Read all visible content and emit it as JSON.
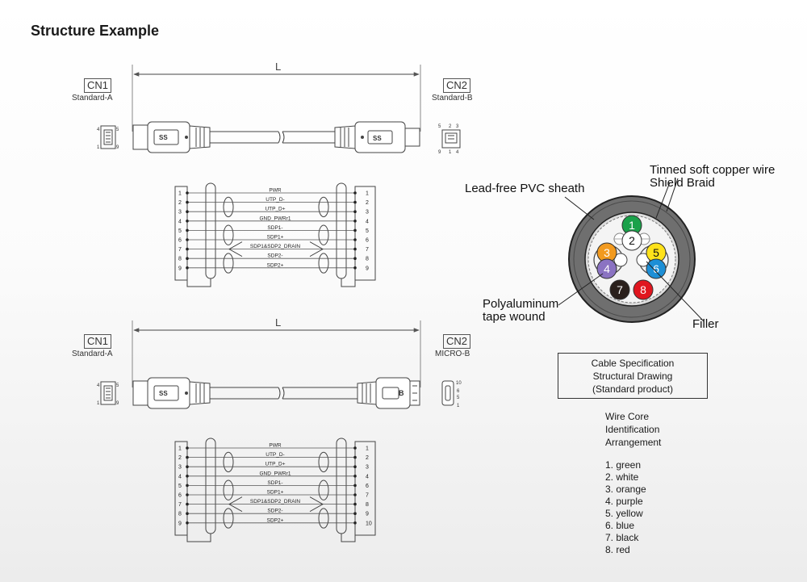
{
  "title": "Structure Example",
  "length_label": "L",
  "cable1": {
    "cn1": "CN1",
    "cn1_type": "Standard-A",
    "cn2": "CN2",
    "cn2_type": "Standard-B",
    "logo": "SS",
    "cn1_pins": [
      "4",
      "5",
      "1",
      "9"
    ],
    "cn2_pins": [
      "5",
      "2",
      "3",
      "9",
      "1",
      "4"
    ]
  },
  "cable2": {
    "cn1": "CN1",
    "cn1_type": "Standard-A",
    "cn2": "CN2",
    "cn2_type": "MICRO-B",
    "logo": "SS",
    "cn1_pins": [
      "4",
      "5",
      "1",
      "9"
    ],
    "cn2_pins": [
      "10",
      "6",
      "5",
      "1"
    ]
  },
  "wiring1": {
    "left_pins": [
      "1",
      "2",
      "3",
      "4",
      "5",
      "6",
      "7",
      "8",
      "9"
    ],
    "right_pins": [
      "1",
      "2",
      "3",
      "4",
      "5",
      "6",
      "7",
      "8",
      "9"
    ],
    "signals": [
      "PWR",
      "UTP_D-",
      "UTP_D+",
      "GND_PWRr1",
      "SDP1-",
      "SDP1+",
      "SDP1&SDP2_DRAIN",
      "SDP2-",
      "SDP2+"
    ]
  },
  "wiring2": {
    "left_pins": [
      "1",
      "2",
      "3",
      "4",
      "5",
      "6",
      "7",
      "8",
      "9"
    ],
    "right_pins": [
      "1",
      "2",
      "3",
      "4",
      "6",
      "7",
      "8",
      "9",
      "10"
    ],
    "signals": [
      "PWR",
      "UTP_D-",
      "UTP_D+",
      "GND_PWRr1",
      "SDP1-",
      "SDP1+",
      "SDP1&SDP2_DRAIN",
      "SDP2-",
      "SDP2+"
    ]
  },
  "cross_section": {
    "callouts": {
      "sheath": "Lead-free PVC sheath",
      "copper": "Tinned soft copper wire",
      "braid": "Shield Braid",
      "poly1": "Polyaluminum",
      "poly2": "tape wound",
      "filler": "Filler"
    },
    "cores": [
      {
        "num": "1",
        "color": "#1aa14a",
        "text": "#ffffff"
      },
      {
        "num": "2",
        "color": "#ffffff",
        "text": "#111111"
      },
      {
        "num": "3",
        "color": "#f29a1f",
        "text": "#ffffff"
      },
      {
        "num": "4",
        "color": "#8b73c2",
        "text": "#ffffff"
      },
      {
        "num": "5",
        "color": "#ffe21a",
        "text": "#111111"
      },
      {
        "num": "6",
        "color": "#1d8fd6",
        "text": "#ffffff"
      },
      {
        "num": "7",
        "color": "#2a201c",
        "text": "#ffffff"
      },
      {
        "num": "8",
        "color": "#e0161f",
        "text": "#ffffff"
      }
    ]
  },
  "spec": {
    "line1": "Cable Specification",
    "line2": "Structural Drawing",
    "line3": "(Standard product)"
  },
  "wire_core": {
    "heading": [
      "Wire Core",
      "Identification",
      "Arrangement"
    ],
    "list": [
      "1. green",
      "2. white",
      "3. orange",
      "4. purple",
      "5. yellow",
      "6. blue",
      "7. black",
      "8. red"
    ]
  }
}
